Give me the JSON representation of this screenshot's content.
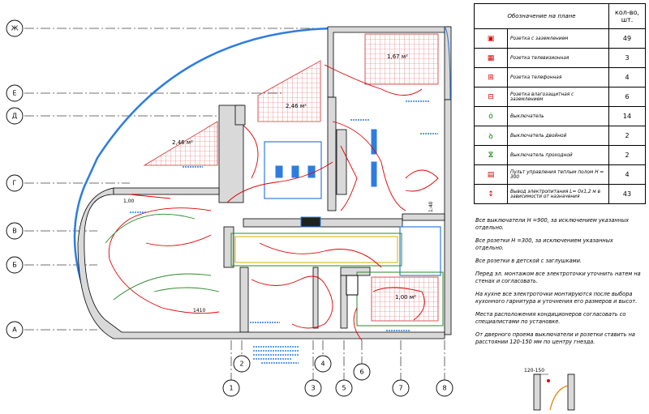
{
  "axes": {
    "rows": [
      "Ж",
      "Е",
      "Д",
      "Г",
      "В",
      "Б",
      "А"
    ],
    "cols": [
      "1",
      "2",
      "3",
      "4",
      "5",
      "6",
      "7",
      "8"
    ]
  },
  "areas": [
    "1,67 м²",
    "2,46 м²",
    "2,46 м²",
    "1,00 м²"
  ],
  "dims": [
    "1410",
    "1,00",
    "1:40",
    "120-150"
  ],
  "legend": {
    "header_name": "Обозначение на плане",
    "header_count": "кол-во, шт.",
    "items": [
      {
        "symbol": "socket-ground-icon",
        "name": "Розетка с заземлением",
        "count": "49"
      },
      {
        "symbol": "tv-socket-icon",
        "name": "Розетка телевизионная",
        "count": "3"
      },
      {
        "symbol": "phone-socket-icon",
        "name": "Розетка телефонная",
        "count": "4"
      },
      {
        "symbol": "splash-socket-icon",
        "name": "Розетка влагозащитная с заземлением",
        "count": "6"
      },
      {
        "symbol": "switch-icon",
        "name": "Выключатель",
        "count": "14"
      },
      {
        "symbol": "double-switch-icon",
        "name": "Выключатель двойной",
        "count": "2"
      },
      {
        "symbol": "pass-switch-icon",
        "name": "Выключатель проходной",
        "count": "2"
      },
      {
        "symbol": "floor-heating-panel-icon",
        "name": "Пульт управления теплым полом H = 300",
        "count": "4"
      },
      {
        "symbol": "wire-outlet-icon",
        "name": "Вывод электропитания L= 0х1,2 м в зависимости от назначения",
        "count": "43"
      }
    ]
  },
  "notes": [
    "Все выключатели H =900, за исключением указанных отдельно.",
    "Все розетки H =300, за исключением указанных отдельно.",
    "Все розетки в детской с заглушками.",
    "Перед эл. монтажом все электроточки уточнить натем на стенах и согласовать.",
    "На кухне все электроточки монтируются после выбора кухонного гарнитура и уточнения его размеров и высот.",
    "Места расположения кондиционеров согласовать со специалистами по установке.",
    "От дверного проема выключатели и розетки ставить на расстоянии 120-150 мм по центру гнезда."
  ],
  "colors": {
    "wall": "#d9d9d9",
    "wire": "#e00000",
    "blue": "#2d7de0",
    "green": "#2a8a2a",
    "hatch": "#e06060"
  }
}
